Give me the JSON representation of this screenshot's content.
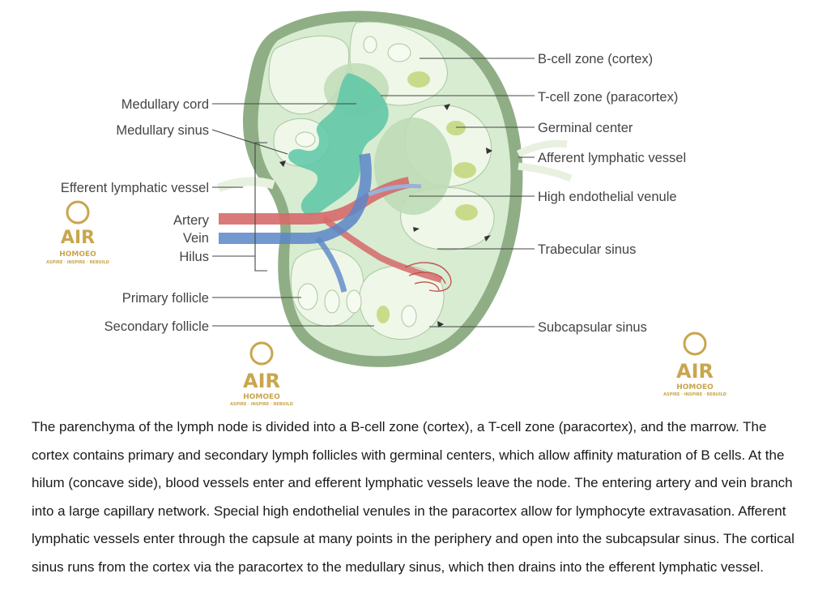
{
  "labels": {
    "left": {
      "medullary_cord": "Medullary cord",
      "medullary_sinus": "Medullary sinus",
      "efferent_lymphatic_vessel": "Efferent lymphatic vessel",
      "artery": "Artery",
      "vein": "Vein",
      "hilus": "Hilus",
      "primary_follicle": "Primary follicle",
      "secondary_follicle": "Secondary follicle"
    },
    "right": {
      "b_cell_zone": "B-cell zone (cortex)",
      "t_cell_zone": "T-cell zone (paracortex)",
      "germinal_center": "Germinal center",
      "afferent_lymphatic_vessel": "Afferent lymphatic vessel",
      "high_endothelial_venule": "High endothelial venule",
      "trabecular_sinus": "Trabecular sinus",
      "subcapsular_sinus": "Subcapsular sinus"
    }
  },
  "logo": {
    "name": "AIR",
    "sub": "HOMOEO",
    "tagline": "ASPIRE · INSPIRE · REBUILD"
  },
  "colors": {
    "capsule": "#8fae86",
    "parenchyma": "#d8ecd2",
    "follicle": "#eef7e8",
    "paracortex": "#bfdcb6",
    "germinal_center": "#c9db8a",
    "medullary_cord": "#5cc7a6",
    "artery": "#d66a6a",
    "vein": "#5c86c8",
    "logo_gold": "#c9a54e"
  },
  "caption": "The parenchyma of the lymph node is divided into a B-cell zone (cortex), a T-cell zone (paracortex), and the marrow. The cortex contains primary and secondary lymph follicles with germinal centers, which allow affinity maturation of B cells. At the hilum (concave side), blood vessels enter and efferent lymphatic vessels leave the node. The entering artery and vein branch into a large capillary network. Special high endothelial venules in the paracortex allow for lymphocyte extravasation. Afferent lymphatic vessels enter through the capsule at many points in the periphery and open into the subcapsular sinus. The cortical sinus runs from the cortex via the paracortex to the medullary sinus, which then drains into the efferent lymphatic vessel."
}
